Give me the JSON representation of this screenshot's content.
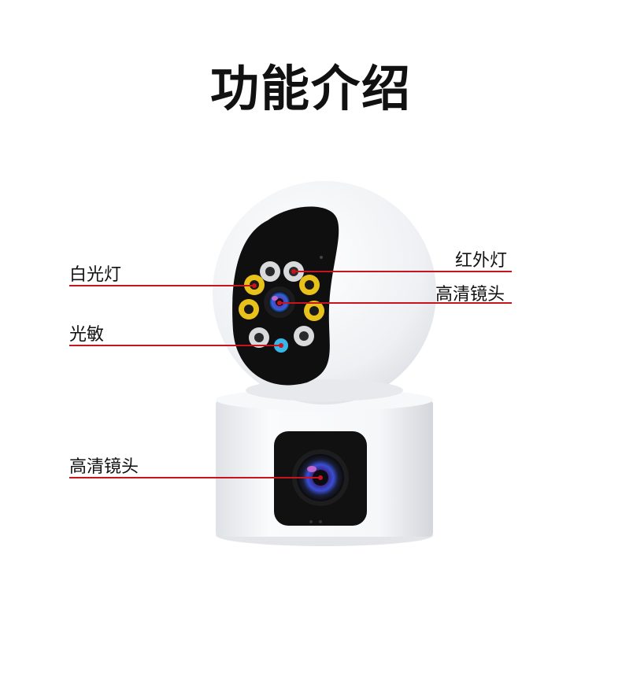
{
  "title": "功能介绍",
  "labels": {
    "white_light": "白光灯",
    "light_sensor": "光敏",
    "infrared_light": "红外灯",
    "hd_lens_top": "高清镜头",
    "hd_lens_bottom": "高清镜头"
  },
  "colors": {
    "callout_line": "#c8141e",
    "body": "#f4f5f7",
    "face": "#111111",
    "led_yellow": "#e8c21a",
    "sensor_blue": "#39b6e6",
    "lens_blue": "#3a4fd8"
  }
}
